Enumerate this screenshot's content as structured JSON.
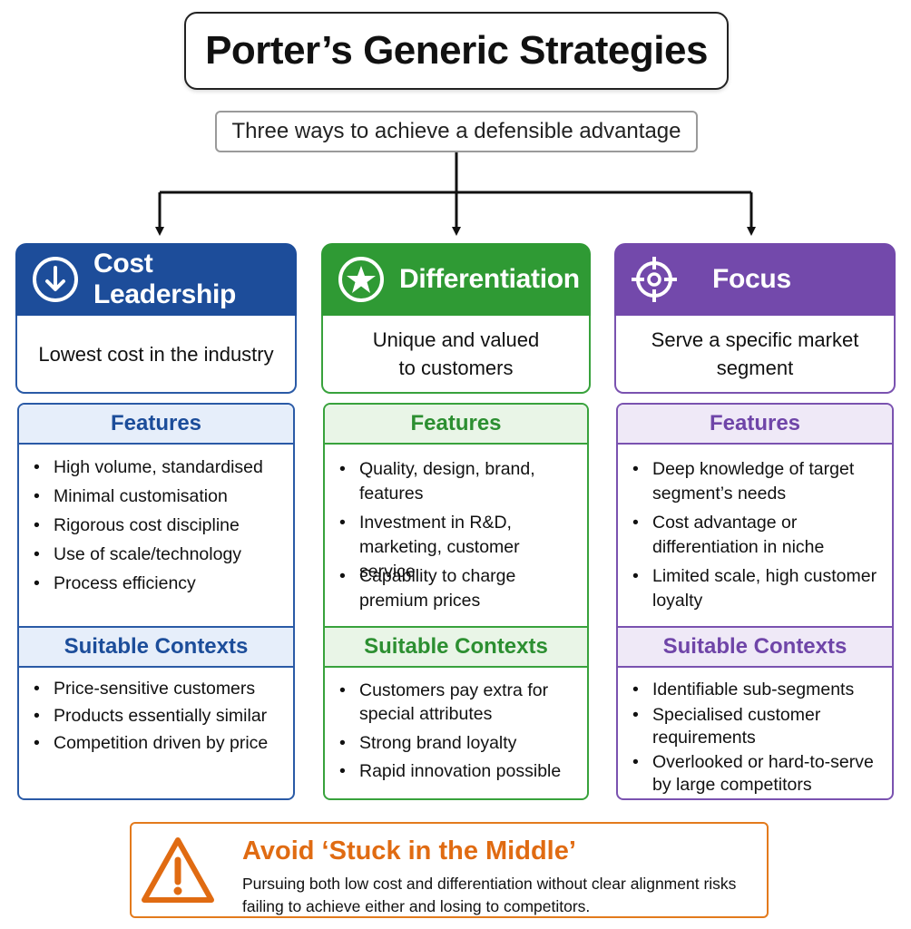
{
  "title": "Porter’s Generic Strategies",
  "subtitle": "Three ways to achieve a defensible advantage",
  "strategies": [
    {
      "name": "Cost Leadership",
      "icon": "down-arrow-circle-icon",
      "color": "#1d4d9a",
      "description": "Lowest cost in the industry",
      "features_heading": "Features",
      "features": [
        "High volume, standardised",
        "Minimal customisation",
        "Rigorous cost discipline",
        "Use of scale/technology",
        "Process efficiency"
      ],
      "contexts_heading": "Suitable Contexts",
      "contexts": [
        "Price-sensitive customers",
        "Products essentially similar",
        "Competition driven by price"
      ]
    },
    {
      "name": "Differentiation",
      "icon": "star-circle-icon",
      "color": "#2f9a34",
      "description": "Unique and valued to customers",
      "features_heading": "Features",
      "features": [
        "Quality, design, brand, features",
        "Investment in R&D, marketing, customer service",
        "Capability to charge premium prices"
      ],
      "contexts_heading": "Suitable Contexts",
      "contexts": [
        "Customers pay extra for special attributes",
        "Strong brand loyalty",
        "Rapid innovation possible"
      ]
    },
    {
      "name": "Focus",
      "icon": "target-crosshair-icon",
      "color": "#7349ab",
      "description": "Serve a specific market segment",
      "features_heading": "Features",
      "features": [
        "Deep knowledge of target segment’s needs",
        "Cost advantage or differentiation in niche",
        "Limited scale, high customer loyalty"
      ],
      "contexts_heading": "Suitable Contexts",
      "contexts": [
        "Identifiable sub-segments",
        "Specialised customer requirements",
        "Overlooked or hard-to-serve by large competitors"
      ]
    }
  ],
  "warning": {
    "icon": "warning-triangle-icon",
    "color": "#e06b12",
    "title": "Avoid ‘Stuck in the Middle’",
    "text": "Pursuing both low cost and differentiation without clear alignment risks failing to achieve either and losing to competitors."
  }
}
